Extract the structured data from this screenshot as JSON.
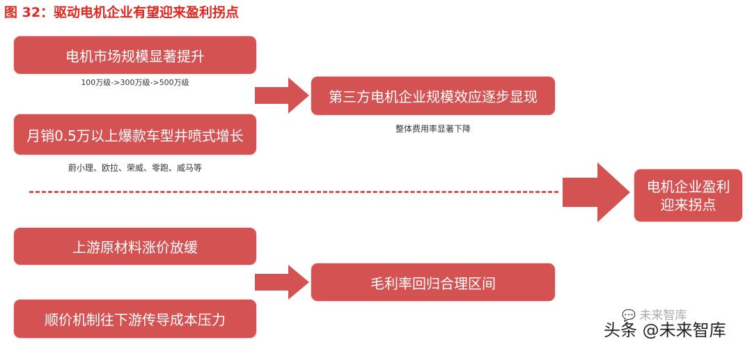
{
  "title": "图 32：驱动电机企业有望迎来盈利拐点",
  "boxes": {
    "b1": "电机市场规模显著提升",
    "b2": "月销0.5万以上爆款车型井喷式增长",
    "b3": "第三方电机企业规模效应逐步显现",
    "b4": "电机企业盈利迎来拐点",
    "b5": "上游原材料涨价放缓",
    "b6": "顺价机制往下游传导成本压力",
    "b7": "毛利率回归合理区间"
  },
  "captions": {
    "c1": "100万级->300万级->500万级",
    "c2": "蔚小理、欧拉、荣威、零跑、威马等",
    "c3": "整体费用率显著下降"
  },
  "watermark": {
    "wechat": "未来智库",
    "toutiao": "头条 @未来智库"
  },
  "colors": {
    "box": "#d55252",
    "title": "#e0261e"
  }
}
